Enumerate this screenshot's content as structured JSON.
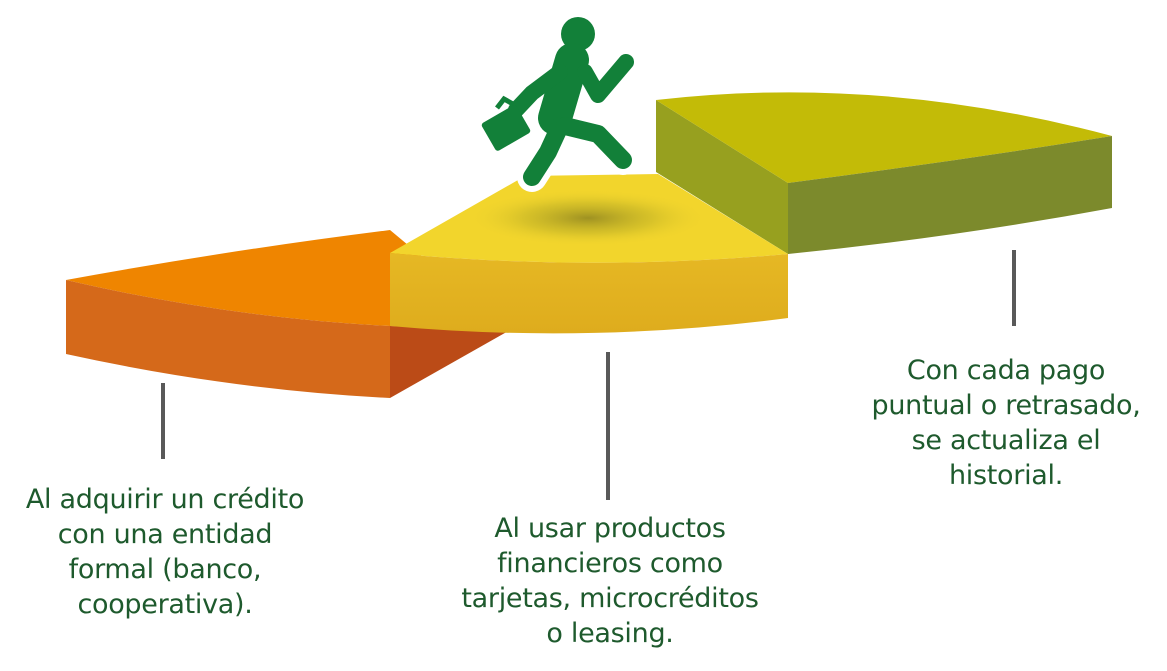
{
  "colors": {
    "text": "#1e5a2d",
    "connector": "#595959",
    "step1_top": "#ef8500",
    "step1_front": "#d5691a",
    "step1_side": "#bb4b17",
    "step2_top": "#f2d52c",
    "step2_front": "#e3b321",
    "step3_top": "#c3bb07",
    "step3_front": "#7c8a2c",
    "step3_side": "#97a01f",
    "figure": "#128039",
    "figure_outline": "#ffffff"
  },
  "icons": {
    "walker": "person-walking-with-briefcase-icon"
  },
  "steps": [
    {
      "text": "Al adquirir un crédito\ncon una entidad\nformal (banco,\ncooperativa)."
    },
    {
      "text": "Al usar productos\nfinancieros como\ntarjetas, microcréditos\no leasing."
    },
    {
      "text": "Con cada pago\npuntual o retrasado,\nse actualiza el\nhistorial."
    }
  ]
}
